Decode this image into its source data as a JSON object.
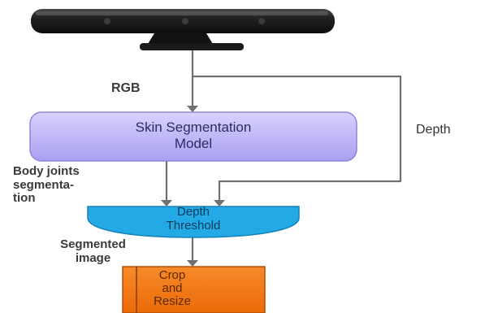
{
  "nodes": {
    "skin_segmentation": {
      "lines": [
        "Skin Segmentation",
        "Model"
      ],
      "fill": "#b7aff5",
      "text_color": "#2c2c64"
    },
    "depth_threshold": {
      "lines": [
        "Depth",
        "Threshold"
      ],
      "fill": "#22a9e6",
      "text_color": "#0d3b5a"
    },
    "crop_resize": {
      "lines": [
        "Crop",
        "and",
        "Resize"
      ],
      "fill": "#f37a14",
      "text_color": "#5a2a00"
    }
  },
  "edge_labels": {
    "rgb": "RGB",
    "depth": "Depth",
    "body_joints": [
      "Body joints",
      "segmenta-",
      "tion"
    ],
    "segmented_image": [
      "Segmented",
      "image"
    ]
  },
  "colors": {
    "arrow": "#707070",
    "sensor_body": "#1c1c1c"
  },
  "icons": {
    "sensor": "kinect-sensor-icon"
  }
}
